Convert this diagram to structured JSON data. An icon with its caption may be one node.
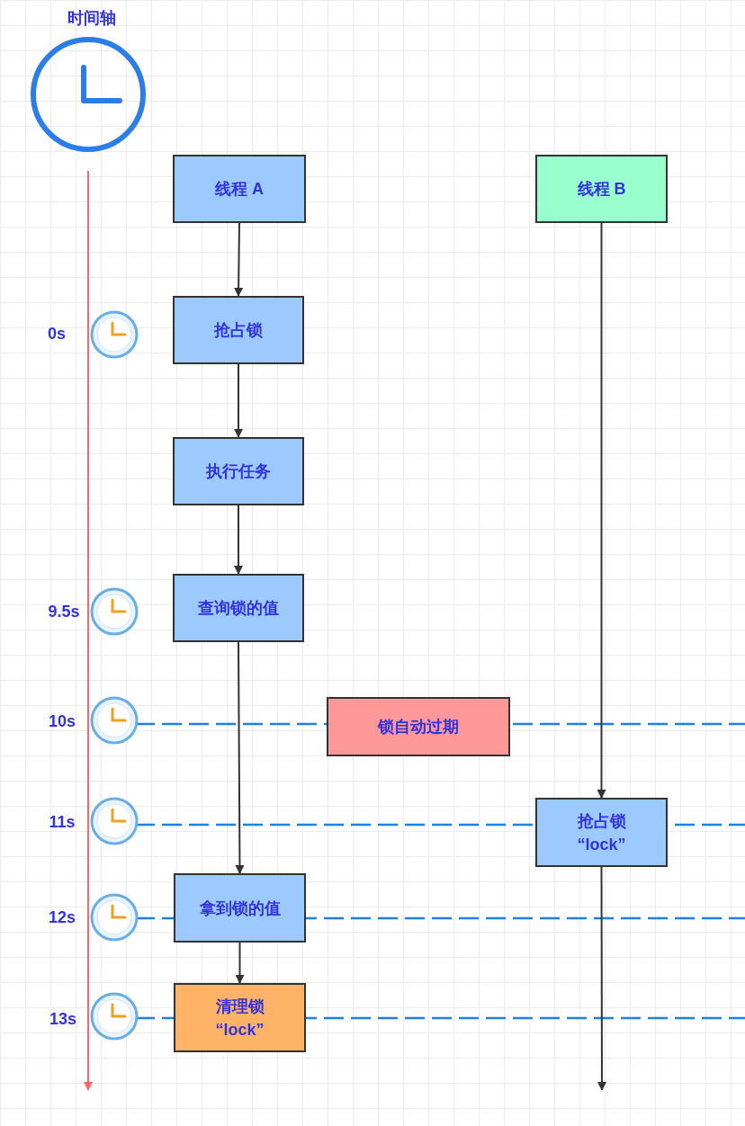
{
  "diagram": {
    "nodes": [
      {
        "text": [
          "线程 A"
        ]
      },
      {
        "text": [
          "抢占锁"
        ]
      },
      {
        "text": [
          "执行任务"
        ]
      },
      {
        "text": [
          "查询锁的值"
        ]
      },
      {
        "text": [
          "拿到锁的值"
        ]
      },
      {
        "text": [
          "清理锁 “lock”"
        ]
      },
      {
        "text": [
          "线程 B"
        ]
      },
      {
        "text": [
          "锁自动过期"
        ]
      },
      {
        "text": [
          "抢占锁 “lock”"
        ]
      }
    ],
    "edges": [
      {
        "from": 0,
        "to": 1,
        "arrow": "to"
      },
      {
        "from": 1,
        "to": 2,
        "arrow": "to"
      },
      {
        "from": 2,
        "to": 3,
        "arrow": "to"
      },
      {
        "from": 3,
        "to": 4,
        "arrow": "to"
      },
      {
        "from": 4,
        "to": 5,
        "arrow": "to"
      },
      {
        "from": 6,
        "to": 8,
        "arrow": "to"
      },
      {
        "from": 8,
        "to": null,
        "arrow": "to"
      }
    ],
    "labels": [
      "时间轴",
      "0s",
      "9.5s",
      "10s",
      "11s",
      "12s",
      "13s"
    ]
  }
}
